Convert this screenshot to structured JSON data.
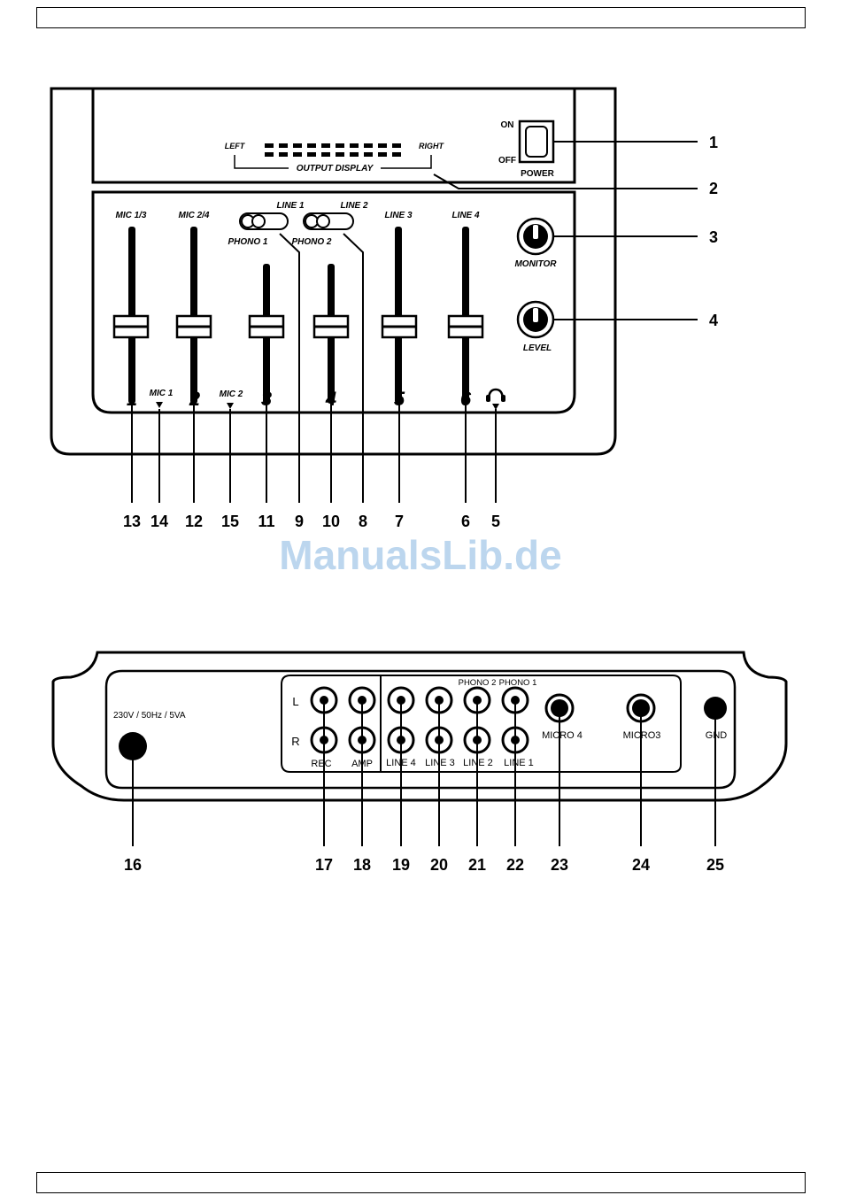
{
  "page": {
    "watermark": "ManualsLib.de"
  },
  "front_panel": {
    "display": {
      "left": "LEFT",
      "right": "RIGHT",
      "title": "OUTPUT DISPLAY"
    },
    "power": {
      "on": "ON",
      "off": "OFF",
      "label": "POWER"
    },
    "fader_labels": {
      "mic13": "MIC 1/3",
      "mic24": "MIC 2/4",
      "line1": "LINE 1",
      "line2": "LINE 2",
      "phono1": "PHONO 1",
      "phono2": "PHONO 2",
      "line3": "LINE 3",
      "line4": "LINE 4"
    },
    "channel_numbers": [
      "1",
      "2",
      "3",
      "4",
      "5",
      "6"
    ],
    "mic1": "MIC 1",
    "mic2": "MIC 2",
    "knobs": {
      "monitor": "MONITOR",
      "level": "LEVEL"
    },
    "callouts_right": [
      "1",
      "2",
      "3",
      "4"
    ],
    "callouts_bottom": [
      "13",
      "14",
      "12",
      "15",
      "11",
      "9",
      "10",
      "8",
      "7",
      "6",
      "5"
    ]
  },
  "rear_panel": {
    "power_spec": "230V / 50Hz / 5VA",
    "rec_amp": {
      "l": "L",
      "r": "R",
      "rec": "REC",
      "amp": "AMP"
    },
    "inputs_top": {
      "phono2": "PHONO 2",
      "phono1": "PHONO 1"
    },
    "inputs_bottom": [
      "LINE 4",
      "LINE 3",
      "LINE 2",
      "LINE 1"
    ],
    "micro4": "MICRO 4",
    "micro3": "MICRO3",
    "gnd": "GND",
    "callouts": [
      "16",
      "17",
      "18",
      "19",
      "20",
      "21",
      "22",
      "23",
      "24",
      "25"
    ]
  }
}
